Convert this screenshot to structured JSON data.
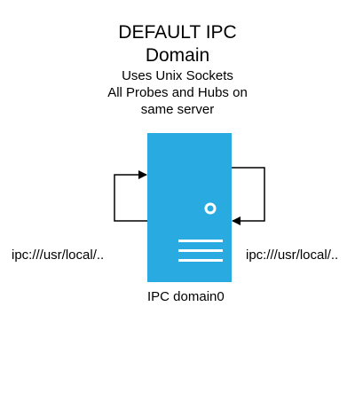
{
  "title": {
    "line1": "DEFAULT IPC",
    "line2": "Domain"
  },
  "subtitle": {
    "line1": "Uses Unix Sockets",
    "line2": "All Probes and Hubs on",
    "line3": "same server"
  },
  "server": {
    "color": "#29ABE2",
    "detail_color": "#ffffff",
    "icon": "server-icon",
    "label": "IPC domain0"
  },
  "loops": {
    "left_label": "ipc:///usr/local/..",
    "right_label": "ipc:///usr/local/.."
  }
}
